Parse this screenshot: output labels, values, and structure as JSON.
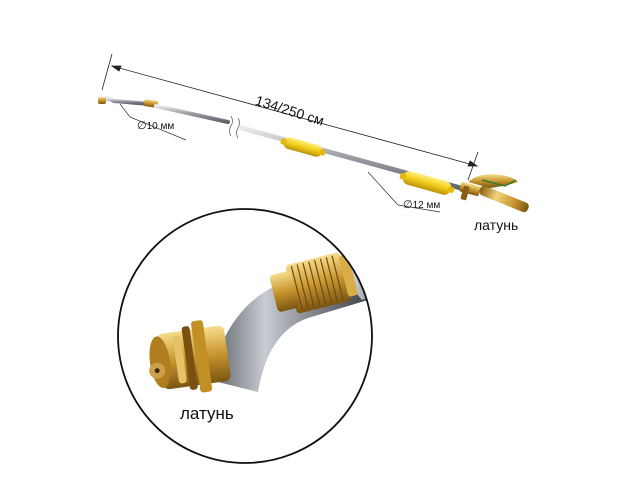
{
  "dimensions": {
    "length": "134/250 см",
    "tip_diameter": "10 мм",
    "tube_diameter": "12 мм",
    "diameter_symbol": "∅"
  },
  "material_labels": {
    "top_label": "латунь",
    "zoom_label": "латунь"
  },
  "colors": {
    "brass": "#c8962e",
    "grip_yellow": "#f2cc1a",
    "steel": "#a9adb3",
    "circle_border": "#111111"
  }
}
